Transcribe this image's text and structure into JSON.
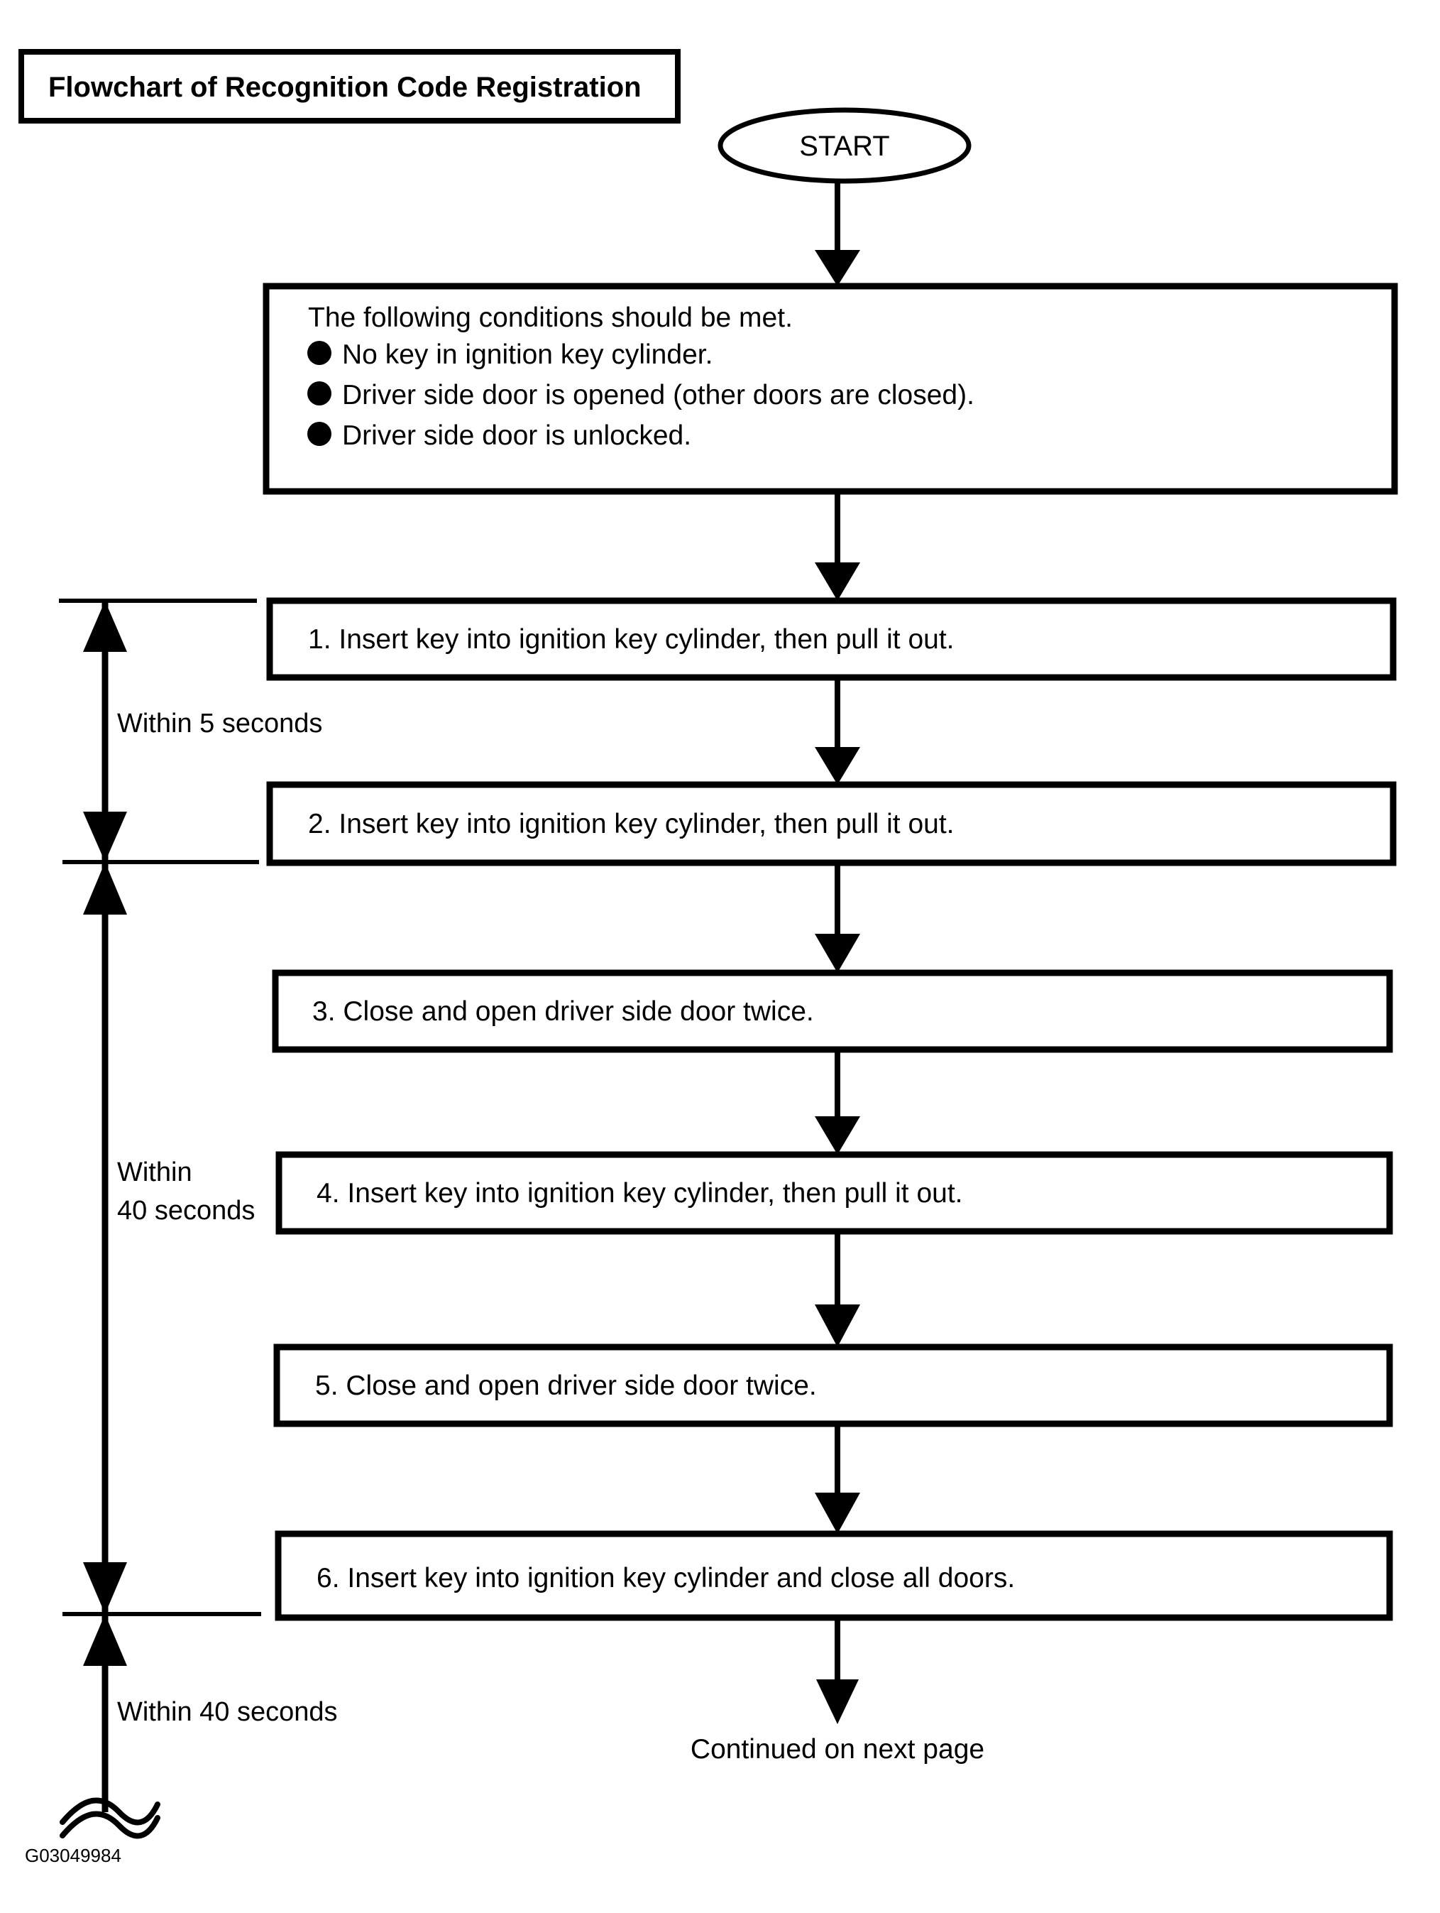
{
  "figure": {
    "title": "Flowchart of Recognition Code Registration",
    "figure_id": "G03049984",
    "start_label": "START",
    "footer": "Continued on next page"
  },
  "conditions": {
    "heading": "The following conditions should be met.",
    "bullets": [
      "No key in ignition key cylinder.",
      "Driver side door is opened (other doors are closed).",
      "Driver side door is unlocked."
    ]
  },
  "steps": [
    {
      "number": "1.",
      "text": "1. Insert key into ignition key cylinder, then pull it out."
    },
    {
      "number": "2.",
      "text": "2. Insert key into ignition key cylinder, then pull it out."
    },
    {
      "number": "3.",
      "text": "3. Close and open driver side door twice."
    },
    {
      "number": "4.",
      "text": "4. Insert key into ignition key cylinder, then pull it out."
    },
    {
      "number": "5.",
      "text": "5. Close and open driver side door twice."
    },
    {
      "number": "6.",
      "text": "6. Insert key into ignition key cylinder and close all doors."
    }
  ],
  "timings": [
    {
      "label": "Within 5 seconds"
    },
    {
      "label_line1": "Within",
      "label_line2": "40 seconds"
    },
    {
      "label": "Within 40 seconds"
    }
  ],
  "colors": {
    "ink": "#000000",
    "paper": "#ffffff"
  }
}
